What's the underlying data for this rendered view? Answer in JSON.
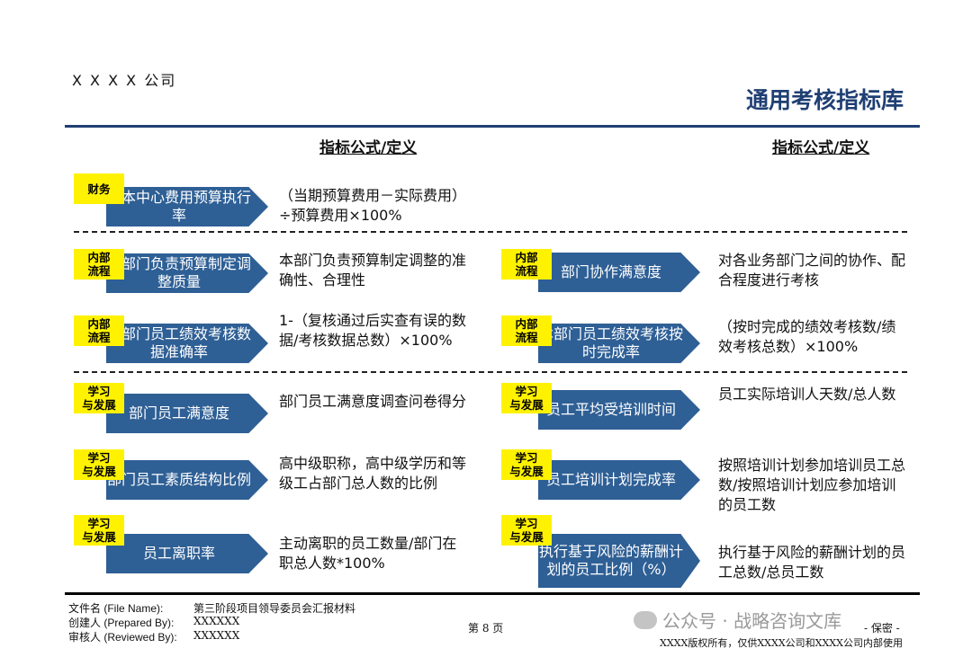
{
  "header": {
    "company": "X X X X 公司",
    "title": "通用考核指标库",
    "col_left": "指标公式/定义",
    "col_right": "指标公式/定义"
  },
  "rows": [
    {
      "tag": "财务",
      "name": "成本中心费用预算执行率",
      "desc": "（当期预算费用－实际费用）÷预算费用×100%"
    },
    {
      "tag": "内部流程",
      "name": "本部门负责预算制定调整质量",
      "desc": "本部门负责预算制定调整的准确性、合理性"
    },
    {
      "tag": "内部流程",
      "name": "部门协作满意度",
      "desc": "对各业务部门之间的协作、配合程度进行考核"
    },
    {
      "tag": "内部流程",
      "name": "本部门员工绩效考核数据准确率",
      "desc": "1-（复核通过后实查有误的数据/考核数据总数）×100%"
    },
    {
      "tag": "内部流程",
      "name": "本部门员工绩效考核按时完成率",
      "desc": "（按时完成的绩效考核数/绩效考核总数）×100%"
    },
    {
      "tag": "学习与发展",
      "name": "部门员工满意度",
      "desc": "部门员工满意度调查问卷得分"
    },
    {
      "tag": "学习与发展",
      "name": "员工平均受培训时间",
      "desc": "员工实际培训人天数/总人数"
    },
    {
      "tag": "学习与发展",
      "name": "部门员工素质结构比例",
      "desc": "高中级职称，高中级学历和等级工占部门总人数的比例"
    },
    {
      "tag": "学习与发展",
      "name": "员工培训计划完成率",
      "desc": "按照培训计划参加培训员工总数/按照培训计划应参加培训的员工数"
    },
    {
      "tag": "学习与发展",
      "name": "员工离职率",
      "desc": "主动离职的员工数量/部门在职总人数*100%"
    },
    {
      "tag": "学习与发展",
      "name": "执行基于风险的薪酬计划的员工比例（%）",
      "desc": "执行基于风险的薪酬计划的员工总数/总员工数"
    }
  ],
  "footer": {
    "file_label": "文件名 (File Name):",
    "file_value": "第三阶段项目领导委员会汇报材料",
    "prepared_label": "创建人 (Prepared By):",
    "prepared_value": "XXXXXX",
    "reviewed_label": "审核人 (Reviewed By):",
    "reviewed_value": "XXXXXX",
    "page": "第 8 页",
    "confidential": "- 保密 -",
    "copyright": "XXXX版权所有，仅供XXXX公司和XXXX公司内部使用",
    "watermark": "公众号 · 战略咨询文库"
  }
}
